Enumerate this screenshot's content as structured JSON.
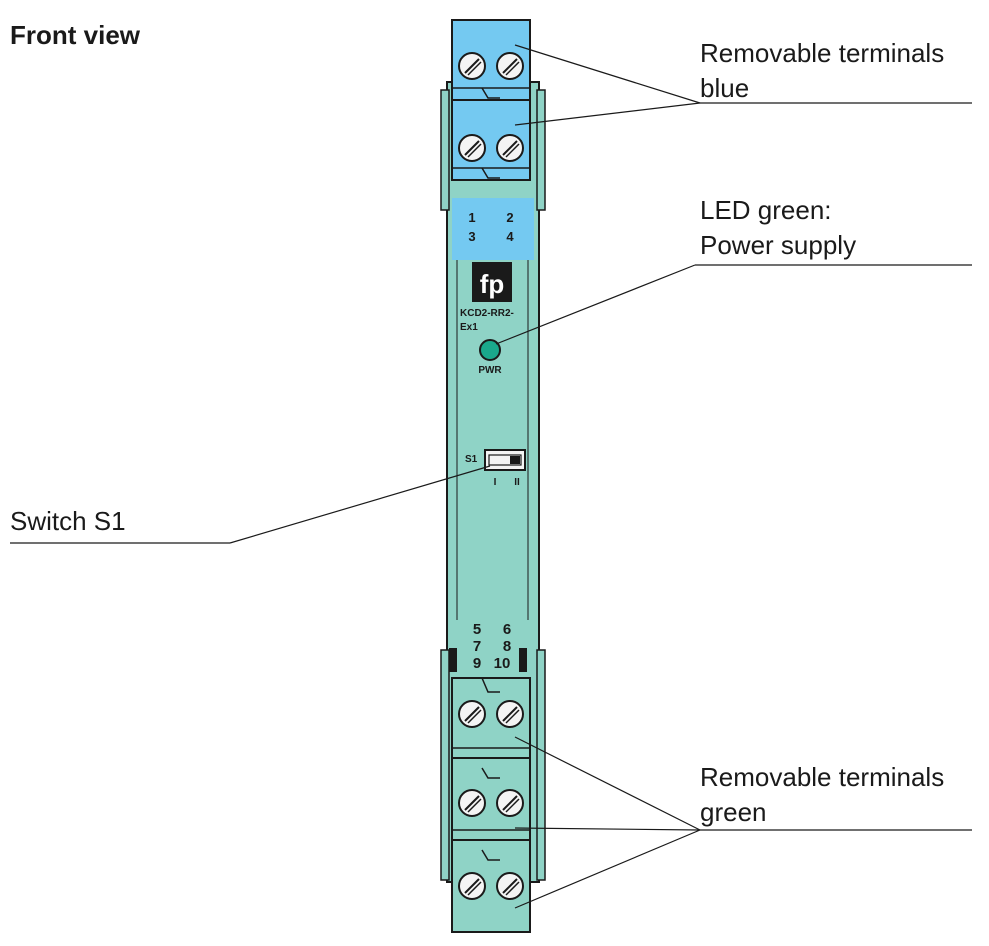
{
  "heading": "Front view",
  "labels": {
    "terminals_blue_line1": "Removable terminals",
    "terminals_blue_line2": "blue",
    "led_line1": "LED green:",
    "led_line2": "Power supply",
    "switch": "Switch S1",
    "terminals_green_line1": "Removable terminals",
    "terminals_green_line2": "green"
  },
  "module": {
    "top_terminal_numbers": [
      "1",
      "2",
      "3",
      "4"
    ],
    "bottom_terminal_numbers": [
      "5",
      "6",
      "7",
      "8",
      "9",
      "10"
    ],
    "model_line1": "KCD2-RR2-",
    "model_line2": "Ex1",
    "led_label": "PWR",
    "switch_label": "S1",
    "switch_positions": [
      "I",
      "II"
    ]
  },
  "colors": {
    "body": "#8fd3c6",
    "terminal_blue": "#74c9f1",
    "terminal_green": "#8fd3c6",
    "label_area_blue": "#74c9f1",
    "led": "#1aa88c",
    "outline": "#1a1a1a"
  }
}
